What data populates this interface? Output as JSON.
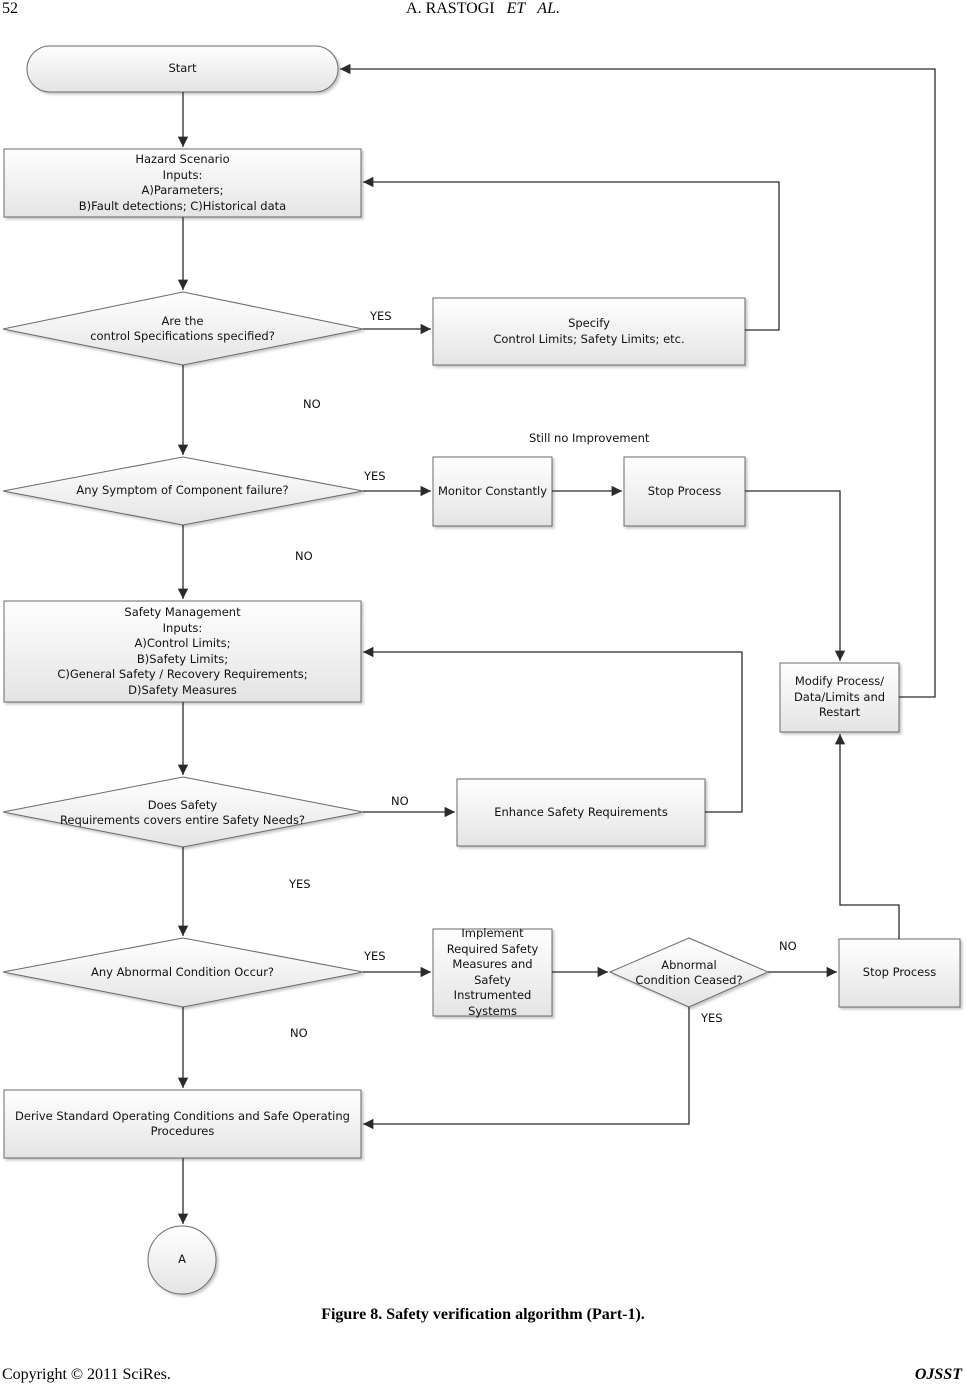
{
  "header": {
    "page_number": "52",
    "author": "A. RASTOGI",
    "et": "ET",
    "al": "AL."
  },
  "nodes": {
    "start": "Start",
    "hazard_scenario": "Hazard Scenario\nInputs:\nA)Parameters;\nB)Fault detections; C)Historical data",
    "control_specs_decision": "Are the\ncontrol Specifications specified?",
    "specify_limits": "Specify\nControl Limits; Safety Limits; etc.",
    "component_failure_decision": "Any Symptom of Component failure?",
    "monitor_constantly": "Monitor Constantly",
    "stop_process_1": "Stop Process",
    "safety_management": "Safety Management\nInputs:\nA)Control Limits;\nB)Safety Limits;\nC)General Safety / Recovery Requirements;\nD)Safety Measures",
    "modify_process": "Modify Process/\nData/Limits and\nRestart",
    "safety_requirements_decision": "Does Safety\nRequirements covers entire Safety Needs?",
    "enhance_safety": "Enhance Safety Requirements",
    "abnormal_condition_decision": "Any Abnormal Condition Occur?",
    "implement_safety": "Implement\nRequired Safety\nMeasures and\nSafety Instrumented\nSystems",
    "condition_ceased_decision": "Abnormal\nCondition Ceased?",
    "stop_process_2": "Stop Process",
    "derive_sop": "Derive Standard Operating Conditions and Safe Operating\nProcedures",
    "connector_a": "A"
  },
  "edge_labels": {
    "specs_yes": "YES",
    "specs_no": "NO",
    "still_no_improvement": "Still no Improvement",
    "failure_yes": "YES",
    "failure_no": "NO",
    "requirements_no": "NO",
    "requirements_yes": "YES",
    "abnormal_yes": "YES",
    "abnormal_no": "NO",
    "ceased_no": "NO",
    "ceased_yes": "YES"
  },
  "caption": "Figure 8. Safety verification algorithm (Part-1).",
  "footer": {
    "copyright": "Copyright © 2011 SciRes.",
    "journal": "OJSST"
  },
  "colors": {
    "node_fill_top": "#ffffff",
    "node_fill_bottom": "#e4e4e4",
    "stroke": "#6b6b6b",
    "connector": "#2b2b2b"
  }
}
